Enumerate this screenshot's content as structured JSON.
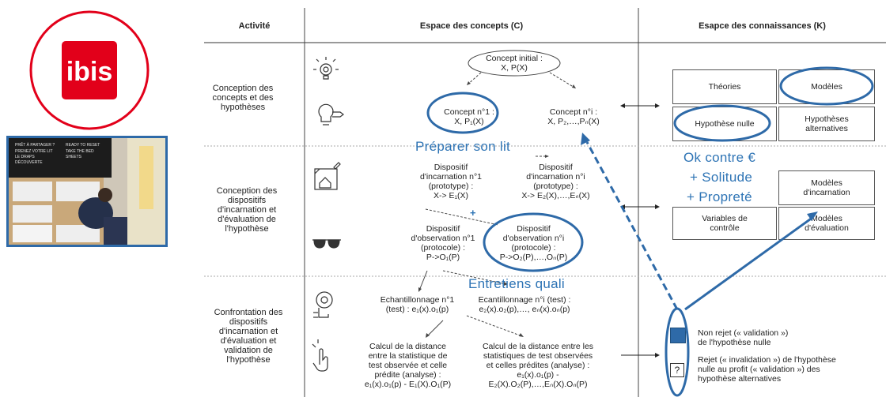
{
  "logo": {
    "text": "ibis",
    "brand_color": "#e2001a"
  },
  "photo": {
    "board_lines": [
      "PRÊT À PARTAGER ?",
      "PRENEZ VOTRE LIT",
      "LE DRAPS",
      "DÉCOUVERTE",
      "READY TO RESET",
      "TAKE THE BED",
      "SHEETS"
    ]
  },
  "table": {
    "headers": {
      "activity": "Activité",
      "concepts": "Espace des concepts (C)",
      "knowledge": "Esapce des connaissances (K)"
    },
    "rows": [
      "Conception des concepts et des hypothèses",
      "Conception des dispositifs d'incarnation et d'évaluation de l'hypothèse",
      "Confrontation des dispositifs d'incarnation et d'évaluation et validation de l'hypothèse"
    ]
  },
  "concepts": {
    "initial": {
      "l1": "Concept initial :",
      "l2": "X, P(X)"
    },
    "c1": {
      "l1": "Concept n°1 :",
      "l2": "X, P₁(X)"
    },
    "ci": {
      "l1": "Concept n°i :",
      "l2": "X, P₂,…,Pₙ(X)"
    },
    "inc1": {
      "l1": "Dispositif",
      "l2": "d'incarnation n°1",
      "l3": "(prototype) :",
      "l4": "X-> E₁(X)"
    },
    "inci": {
      "l1": "Dispositif",
      "l2": "d'incarnation n°i",
      "l3": "(prototype) :",
      "l4": "X-> E₂(X),…,Eₙ(X)"
    },
    "obs1": {
      "l1": "Dispositif",
      "l2": "d'observation n°1",
      "l3": "(protocole) :",
      "l4": "P->O₁(P)"
    },
    "obsi": {
      "l1": "Dispositif",
      "l2": "d'observation n°i",
      "l3": "(protocole) :",
      "l4": "P->O₂(P),…,Oₙ(P)"
    },
    "ech1": {
      "l1": "Echantillonnage n°1",
      "l2": "(test) : e₁(x).o₁(p)"
    },
    "echi": {
      "l1": "Ecantillonnage n°i (test) :",
      "l2": "e₂(x).o₂(p),…, eₙ(x).oₙ(p)"
    },
    "calc1": {
      "l1": "Calcul de la distance",
      "l2": "entre la statistique de",
      "l3": "test observée et celle",
      "l4": "prédite (analyse) :",
      "l5": "e₁(x).o₁(p) - E₁(X).O₁(P)"
    },
    "calci": {
      "l1": "Calcul de la distance entre les",
      "l2": "statistiques de test observées",
      "l3": "et celles prédites (analyse) :",
      "l4": "e₁(x).o₁(p) -",
      "l5": "E₂(X).O₂(P),…,Eₙ(X).Oₙ(P)"
    },
    "plus": "+"
  },
  "knowledge": {
    "theories": "Théories",
    "modeles": "Modèles",
    "h0": "Hypothèse nulle",
    "halt": {
      "l1": "Hypothèses",
      "l2": "alternatives"
    },
    "mod_inc": {
      "l1": "Modèles",
      "l2": "d'incarnation"
    },
    "var": {
      "l1": "Variables de",
      "l2": "contrôle"
    },
    "mod_eval": {
      "l1": "Modèles",
      "l2": "d'évaluation"
    },
    "nonrejet": {
      "l1": "Non rejet (« validation »)",
      "l2": "de l'hypothèse nulle"
    },
    "rejet": {
      "l1": "Rejet (« invalidation ») de l'hypothèse",
      "l2": "nulle au profit (« validation ») des",
      "l3": "hypothèse alternatives"
    },
    "q": "?"
  },
  "annotations": {
    "preparer": "Préparer son lit",
    "ok": "Ok contre €",
    "solitude": "+ Solitude",
    "proprete": "+ Propreté",
    "entretiens": "Entretiens quali"
  },
  "colors": {
    "accent": "#2e74b5",
    "brand": "#e2001a"
  }
}
